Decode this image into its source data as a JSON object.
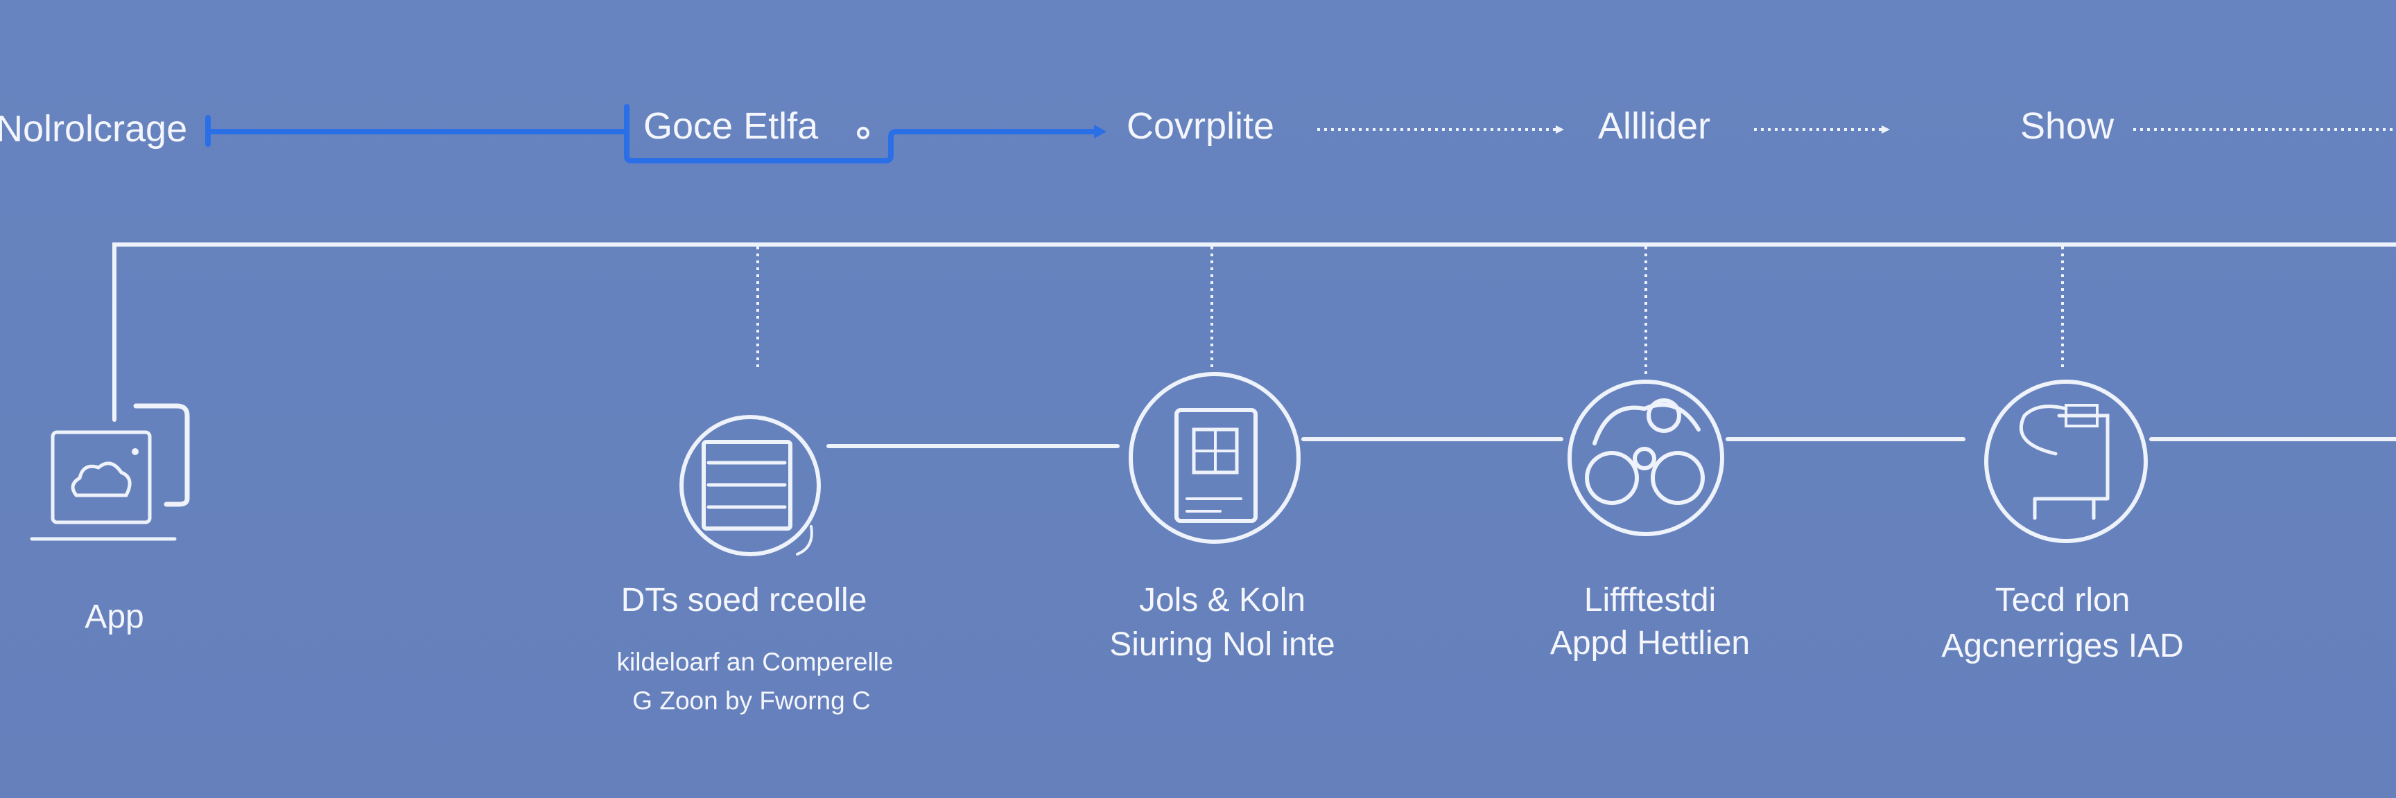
{
  "flow": {
    "steps": [
      {
        "label": "Nolrolcrage"
      },
      {
        "label": "Goce Etlfa"
      },
      {
        "label": "Covrplite"
      },
      {
        "label": "Alllider"
      },
      {
        "label": "Show"
      }
    ]
  },
  "nodes": [
    {
      "icon": "app-window-cloud-icon",
      "title": "App"
    },
    {
      "icon": "table-list-icon",
      "title": "DTs soed rceolle",
      "sub1": "kildeloarf an Comperelle",
      "sub2": "G Zoon by Fworng C"
    },
    {
      "icon": "document-tablet-icon",
      "title": "Jols & Koln",
      "title2": "Siuring Nol inte"
    },
    {
      "icon": "people-group-icon",
      "title": "Liffftestdi",
      "title2": "Appd Hettlien"
    },
    {
      "icon": "desk-workstation-icon",
      "title": "Tecd rlon",
      "title2": "Agcnerriges IAD"
    }
  ],
  "colors": {
    "background": "#6682bd",
    "accent": "#2a6fe6",
    "line": "#eef2fa"
  }
}
